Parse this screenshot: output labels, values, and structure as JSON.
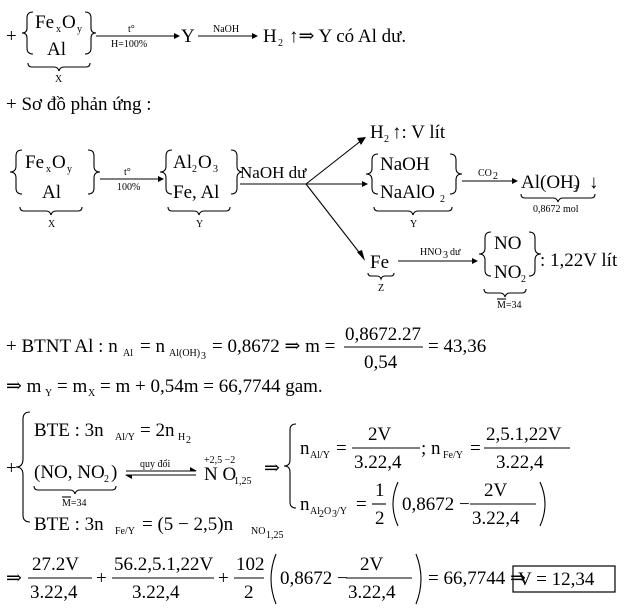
{
  "line1": {
    "plus": "+",
    "x_top": "Fe",
    "x_top_sub_x": "x",
    "x_top_o": "O",
    "x_top_sub_y": "y",
    "x_bottom": "Al",
    "x_label": "X",
    "arrow1_top": "t°",
    "arrow1_bottom": "H=100%",
    "y": "Y",
    "arrow2_top": "NaOH",
    "h2": "H",
    "h2_sub": "2",
    "conclusion": "↑⇒ Y có Al dư."
  },
  "line2": {
    "text": "+ Sơ đồ phản ứng :"
  },
  "scheme": {
    "fe": "Fe",
    "sub_x": "x",
    "o": "O",
    "sub_y": "y",
    "al": "Al",
    "x_label": "X",
    "arrow_top": "t°",
    "arrow_bottom": "100%",
    "al2o3_a": "Al",
    "al2o3_2": "2",
    "al2o3_o": "O",
    "al2o3_3": "3",
    "fe_al": "Fe, Al",
    "y_label": "Y",
    "naoh_du": "NaOH dư",
    "h2": "H",
    "h2_sub": "2",
    "h2_rest": "↑: V lít",
    "naoh": "NaOH",
    "naalo2": "NaAlO",
    "naalo2_sub": "2",
    "y_label2": "Y",
    "co2": "CO",
    "co2_sub": "2",
    "aloh3": "Al(OH)",
    "aloh3_sub": "3",
    "aloh3_arrow": "↓",
    "aloh3_mol": "0,8672 mol",
    "fe_z": "Fe",
    "z_label": "Z",
    "hno3": "HNO",
    "hno3_sub": "3",
    "hno3_du": "dư",
    "no": "NO",
    "no2": "NO",
    "no2_sub": "2",
    "gas_result": ": 1,22V lít",
    "m34": "M=34"
  },
  "btnt": {
    "lead": "+ BTNT Al : n",
    "sub_al": "Al",
    "eq1": "= n",
    "sub_aloh3": "Al(OH)",
    "sub_aloh3_3": "3",
    "eq2": "= 0,8672 ⇒ m =",
    "num": "0,8672.27",
    "den": "0,54",
    "result": "= 43,36"
  },
  "my": {
    "lead": "⇒ m",
    "sub_y": "Y",
    "eq": "= m",
    "sub_x": "X",
    "rest": "= m + 0,54m = 66,7744 gam."
  },
  "bte": {
    "plus": "+",
    "bte1_a": "BTE : 3n",
    "bte1_sub": "Al/Y",
    "bte1_b": "= 2n",
    "bte1_sub2": "H",
    "bte1_sub2_2": "2",
    "mix": "(NO, NO",
    "mix_sub": "2",
    "mix_close": ")",
    "mix_m": "M=34",
    "quy_doi": "quy đổi",
    "n_ox": "+2,5 −2",
    "n_formula": "N O",
    "n_formula_sub": "1,25",
    "bte2_a": "BTE : 3n",
    "bte2_sub": "Fe/Y",
    "bte2_b": "= (5 − 2,5)n",
    "bte2_sub2": "NO",
    "bte2_sub2_2": "1,25",
    "implies": "⇒",
    "r1_a": "n",
    "r1_sub": "Al/Y",
    "r1_eq": "=",
    "r1_num": "2V",
    "r1_den": "3.22,4",
    "r1_sep": "; n",
    "r1_sub2": "Fe/Y",
    "r1_eq2": "=",
    "r1_num2": "2,5.1,22V",
    "r1_den2": "3.22,4",
    "r2_a": "n",
    "r2_sub": "Al",
    "r2_sub_2": "2",
    "r2_sub_o": "O",
    "r2_sub_3": "3",
    "r2_sub_y": "/Y",
    "r2_eq": "=",
    "r2_half_num": "1",
    "r2_half_den": "2",
    "r2_val": "0,8672 −",
    "r2_num": "2V",
    "r2_den": "3.22,4"
  },
  "final": {
    "lead": "⇒",
    "f1_num": "27.2V",
    "f1_den": "3.22,4",
    "plus1": "+",
    "f2_num": "56.2,5.1,22V",
    "f2_den": "3.22,4",
    "plus2": "+",
    "f3_num": "102",
    "f3_den": "2",
    "inner": "0,8672 −",
    "f4_num": "2V",
    "f4_den": "3.22,4",
    "eq": "= 66,7744 ⇒",
    "answer": "V = 12,34"
  }
}
